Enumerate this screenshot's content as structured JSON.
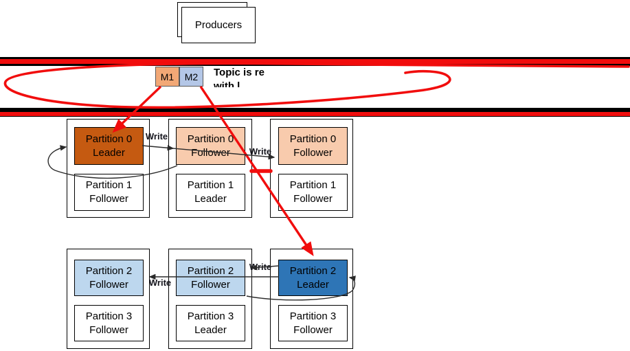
{
  "producers_label": "Producers",
  "messages": {
    "m1": "M1",
    "m2": "M2"
  },
  "topic_note": {
    "line1": "Topic is re",
    "line2_partial": "with l"
  },
  "labels": {
    "write": "Write"
  },
  "brokers": [
    {
      "partitions": [
        {
          "name": "Partition 0",
          "role": "Leader"
        },
        {
          "name": "Partition 1",
          "role": "Follower"
        }
      ]
    },
    {
      "partitions": [
        {
          "name": "Partition 0",
          "role": "Follower"
        },
        {
          "name": "Partition 1",
          "role": "Leader"
        }
      ]
    },
    {
      "partitions": [
        {
          "name": "Partition 0",
          "role": "Follower"
        },
        {
          "name": "Partition 1",
          "role": "Follower"
        }
      ]
    },
    {
      "partitions": [
        {
          "name": "Partition 2",
          "role": "Follower"
        },
        {
          "name": "Partition 3",
          "role": "Follower"
        }
      ]
    },
    {
      "partitions": [
        {
          "name": "Partition 2",
          "role": "Follower"
        },
        {
          "name": "Partition 3",
          "role": "Leader"
        }
      ]
    },
    {
      "partitions": [
        {
          "name": "Partition 2",
          "role": "Leader"
        },
        {
          "name": "Partition 3",
          "role": "Follower"
        }
      ]
    }
  ],
  "palette": {
    "annotation_red": "#F10D0D",
    "leader_orange": "#C55A11",
    "follower_peach": "#F8CBAD",
    "follower_light_blue": "#BDD7EE",
    "leader_dark_blue": "#2E75B6",
    "m1_fill": "#F2A876",
    "m2_fill": "#B4C7E7",
    "band_black": "#000000"
  }
}
